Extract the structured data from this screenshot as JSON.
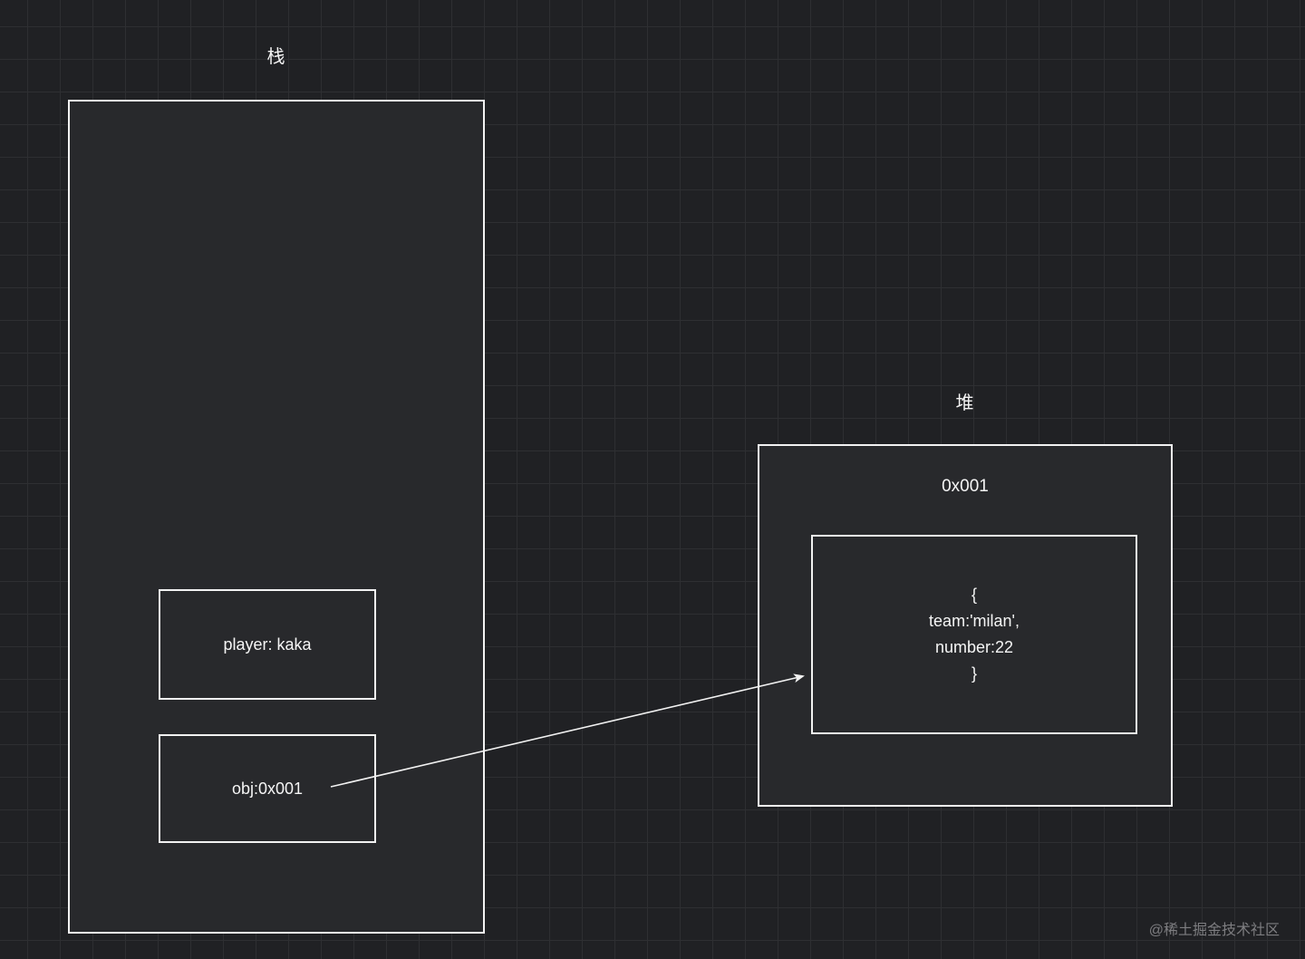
{
  "diagram": {
    "stack": {
      "label": "栈",
      "items": [
        {
          "label": "player: kaka"
        },
        {
          "label": "obj:0x001"
        }
      ]
    },
    "heap": {
      "label": "堆",
      "address": "0x001",
      "object_lines": [
        "{",
        "team:'milan',",
        "number:22",
        "}"
      ]
    },
    "arrow": {
      "from": "obj:0x001",
      "to": "heap-object-box"
    },
    "watermark": "@稀土掘金技术社区"
  },
  "colors": {
    "background": "#202124",
    "grid_line": "#2e2f32",
    "box_fill": "#28292c",
    "stroke": "#f2f2f2",
    "watermark": "#7d7d80"
  }
}
